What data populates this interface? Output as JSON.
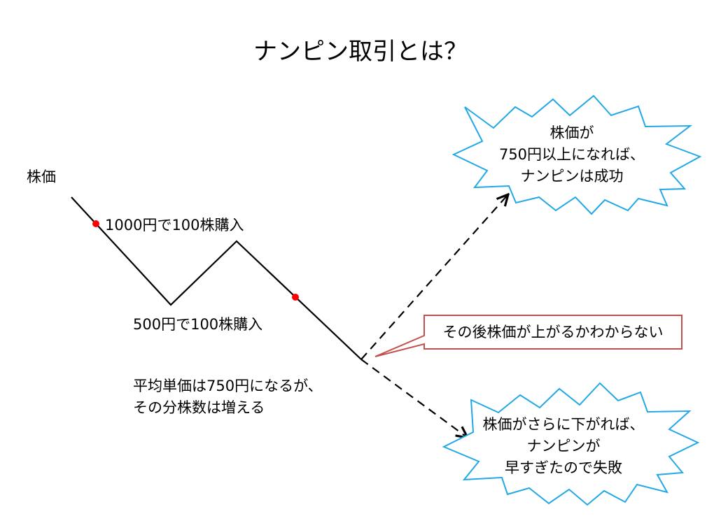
{
  "title": "ナンピン取引とは？",
  "axis_label": "株価",
  "buy_first": "1000円で100株購入",
  "buy_second": "500円で100株購入",
  "average_note": [
    "平均単価は750円になるが、",
    "その分株数は増える"
  ],
  "callout": "その後株価が上がるかわからない",
  "success_burst": [
    "株価が",
    "750円以上になれば、",
    "ナンピンは成功"
  ],
  "failure_burst": [
    "株価がさらに下がれば、",
    "ナンピンが",
    "早すぎたので失敗"
  ],
  "colors": {
    "line": "#000000",
    "marker": "#ff0000",
    "burst_border": "#22a8e6",
    "callout_border": "#c0504d"
  }
}
